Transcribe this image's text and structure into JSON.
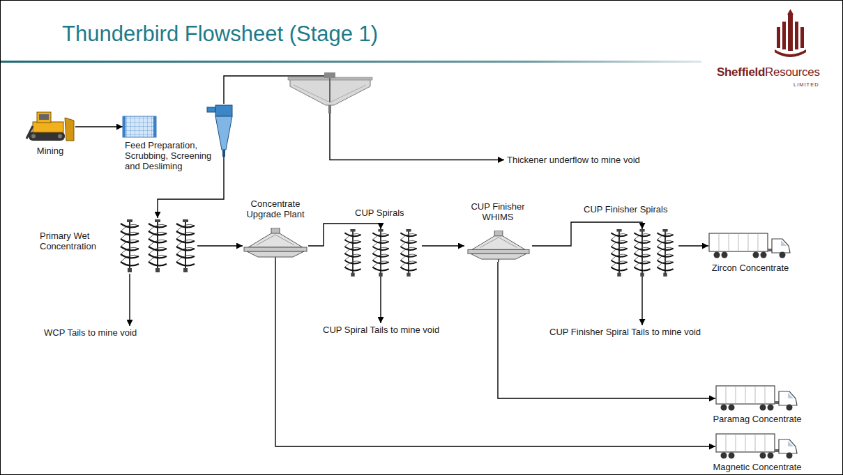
{
  "diagram": {
    "title": "Thunderbird Flowsheet (Stage 1)",
    "nodes": [
      {
        "text": [
          "Mining"
        ]
      },
      {
        "text": [
          "Feed Preparation, Scrubbing, Screening and Desliming"
        ]
      },
      {
        "text": [
          "Thickener underflow to mine void"
        ]
      },
      {
        "text": [
          "Primary Wet Concentration"
        ]
      },
      {
        "text": [
          "WCP Tails to mine void"
        ]
      },
      {
        "text": [
          "Concentrate Upgrade Plant"
        ]
      },
      {
        "text": [
          "CUP Spirals"
        ]
      },
      {
        "text": [
          "CUP Spiral Tails to mine void"
        ]
      },
      {
        "text": [
          "CUP Finisher WHIMS"
        ]
      },
      {
        "text": [
          "CUP Finisher Spirals"
        ]
      },
      {
        "text": [
          "CUP Finisher Spiral Tails to mine void"
        ]
      },
      {
        "text": [
          "Zircon Concentrate"
        ]
      },
      {
        "text": [
          "Paramag Concentrate"
        ]
      },
      {
        "text": [
          "Magnetic Concentrate"
        ]
      }
    ],
    "edges": [
      {
        "from": 0,
        "to": 1,
        "arrow": "to"
      },
      {
        "from": 1,
        "to": 2,
        "arrow": "to"
      },
      {
        "from": 1,
        "to": 3,
        "arrow": "to"
      },
      {
        "from": 3,
        "to": 4,
        "arrow": "to"
      },
      {
        "from": 3,
        "to": 5,
        "arrow": "to"
      },
      {
        "from": 5,
        "to": 6,
        "arrow": "to"
      },
      {
        "from": 5,
        "to": 13,
        "arrow": "to"
      },
      {
        "from": 6,
        "to": 7,
        "arrow": "to"
      },
      {
        "from": 6,
        "to": 8,
        "arrow": "to"
      },
      {
        "from": 8,
        "to": 9,
        "arrow": "to"
      },
      {
        "from": 8,
        "to": 12,
        "arrow": "to"
      },
      {
        "from": 9,
        "to": 10,
        "arrow": "to"
      },
      {
        "from": 9,
        "to": 11,
        "arrow": "to"
      }
    ],
    "labels": [
      "Sheffield",
      "Resources",
      "LIMITED"
    ]
  }
}
